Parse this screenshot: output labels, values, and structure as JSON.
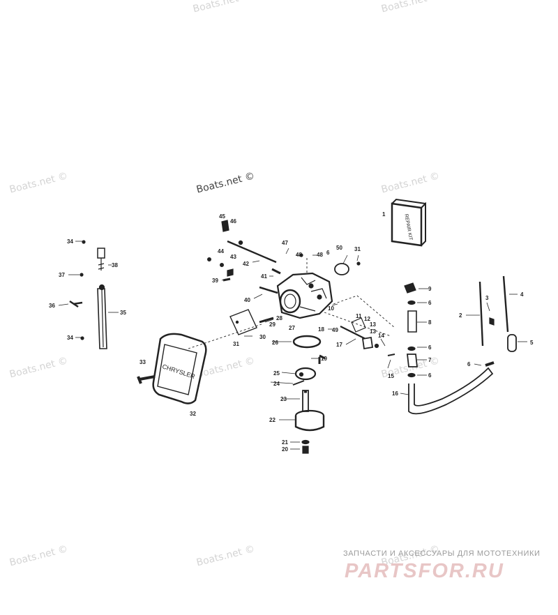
{
  "watermark": {
    "text": "Boats.net ©",
    "emphasized_text": "Boats.net ©"
  },
  "brand": {
    "tagline": "ЗАПЧАСТИ И АКСЕССУАРЫ ДЛЯ МОТОТЕХНИКИ",
    "logo": "PARTSFOR.RU"
  },
  "diagram": {
    "kit_box_text": "REPAIR KIT",
    "air_box_text": "CHRYSLER",
    "callouts": [
      "1",
      "2",
      "3",
      "4",
      "5",
      "6",
      "6",
      "6",
      "6",
      "6",
      "7",
      "8",
      "9",
      "10",
      "11",
      "12",
      "13",
      "13",
      "14",
      "15",
      "16",
      "17",
      "18",
      "19",
      "20",
      "21",
      "22",
      "23",
      "24",
      "25",
      "26",
      "27",
      "28",
      "29",
      "30",
      "31",
      "31",
      "32",
      "33",
      "34",
      "34",
      "35",
      "36",
      "37",
      "38",
      "39",
      "40",
      "41",
      "42",
      "43",
      "44",
      "45",
      "46",
      "47",
      "48",
      "48",
      "49",
      "50"
    ]
  },
  "colors": {
    "line": "#222222",
    "watermark": "#d4d4d4",
    "brand_logo": "#e8c6c6"
  }
}
